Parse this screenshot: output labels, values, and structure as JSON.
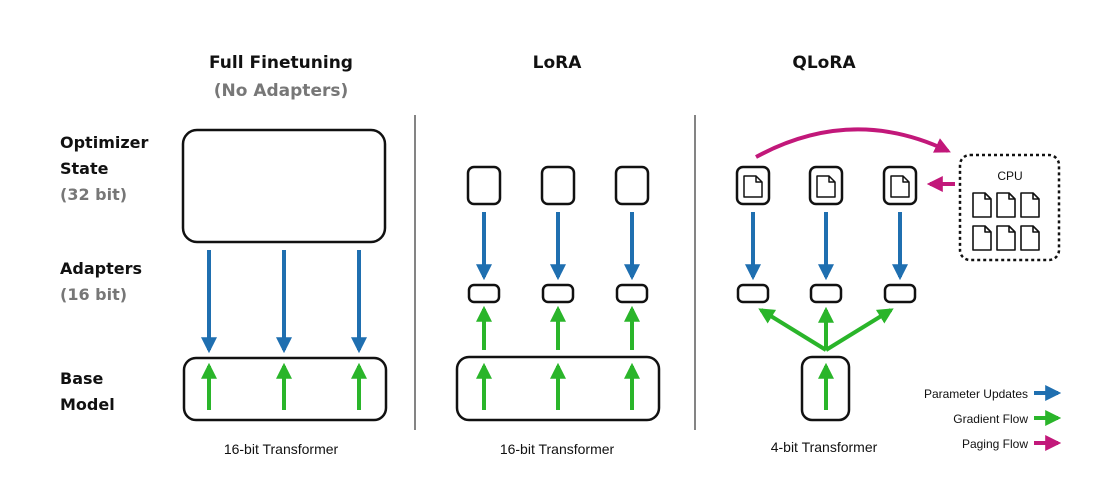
{
  "columns": {
    "full": {
      "title": "Full Finetuning",
      "subtitle": "(No Adapters)",
      "caption": "16-bit Transformer"
    },
    "lora": {
      "title": "LoRA",
      "caption": "16-bit Transformer"
    },
    "qlora": {
      "title": "QLoRA",
      "caption": "4-bit Transformer",
      "cpu_label": "CPU"
    }
  },
  "rows": {
    "optimizer": {
      "line1": "Optimizer",
      "line2": "State",
      "sub": "(32 bit)"
    },
    "adapters": {
      "line1": "Adapters",
      "sub": "(16 bit)"
    },
    "base": {
      "line1": "Base",
      "line2": "Model"
    }
  },
  "legend": [
    {
      "label": "Parameter Updates",
      "color": "#1f6fb0"
    },
    {
      "label": "Gradient Flow",
      "color": "#2ab52a"
    },
    {
      "label": "Paging Flow",
      "color": "#c2187a"
    }
  ],
  "colors": {
    "blue": "#1f6fb0",
    "green": "#2ab52a",
    "magenta": "#c2187a"
  }
}
